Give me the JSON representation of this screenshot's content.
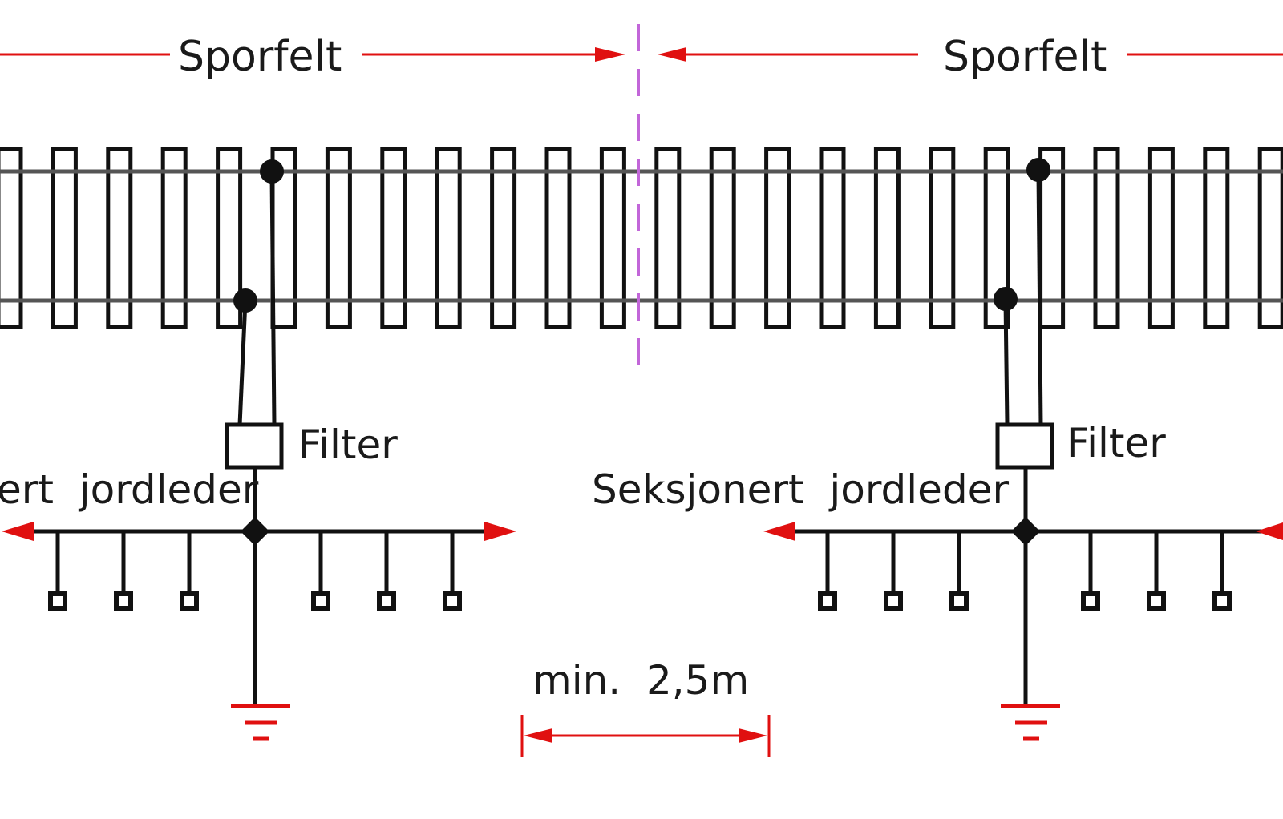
{
  "labels": {
    "track_field_left": "Sporfelt",
    "track_field_right": "Sporfelt",
    "filter_left": "Filter",
    "filter_right": "Filter",
    "ground_conductor_left": "ert  jordleder",
    "ground_conductor_right": "Seksjonert  jordleder",
    "min_distance": "min.  2,5m"
  },
  "colors": {
    "line": "#111111",
    "dimension": "#e01010",
    "boundary": "#c266d9"
  }
}
